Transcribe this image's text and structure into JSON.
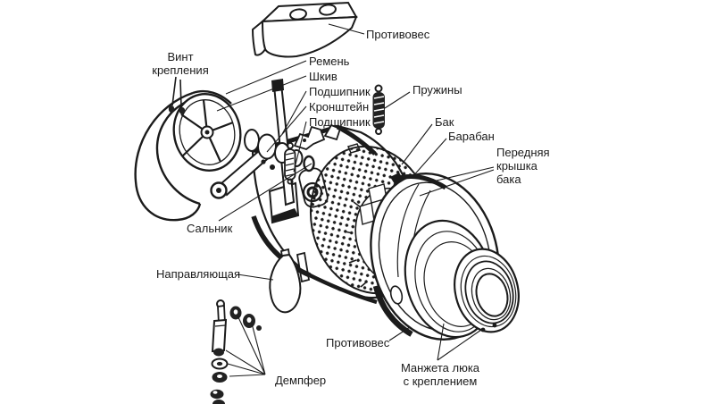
{
  "figure": {
    "colors": {
      "ink": "#1b1b1b",
      "background": "#ffffff"
    },
    "labels": {
      "counterweight_top": "Противовес",
      "mounting_screw": "Винт крепления",
      "belt": "Ремень",
      "pulley": "Шкив",
      "bearing_upper": "Подшипник",
      "bracket": "Кронштейн",
      "bearing_lower": "Подшипник",
      "springs": "Пружины",
      "tub": "Бак",
      "drum": "Барабан",
      "front_tub_cover": "Передняя крышка бака",
      "seal": "Сальник",
      "guide": "Направляющая",
      "counterweight_bottom": "Противовес",
      "damper": "Демпфер",
      "hatch_cuff": "Манжета люка с креплением"
    }
  }
}
